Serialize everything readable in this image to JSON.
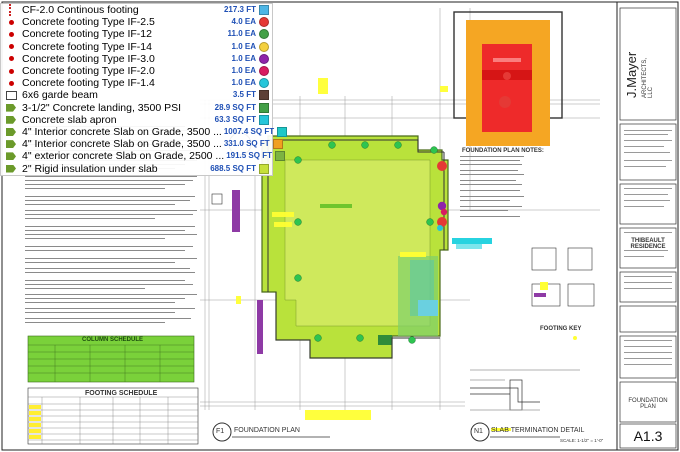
{
  "takeoff": [
    {
      "label": "CF-2.0 Continous footing",
      "value": "217.3 FT",
      "color": "#4db6e6",
      "marker": "line"
    },
    {
      "label": "Concrete footing Type IF-2.5",
      "value": "4.0 EA",
      "color": "#e53935",
      "marker": "count"
    },
    {
      "label": "Concrete footing Type IF-12",
      "value": "11.0 EA",
      "color": "#43a047",
      "marker": "count"
    },
    {
      "label": "Concrete footing Type IF-14",
      "value": "1.0 EA",
      "color": "#f4d03f",
      "marker": "count"
    },
    {
      "label": "Concrete footing Type IF-3.0",
      "value": "1.0 EA",
      "color": "#8e24aa",
      "marker": "count"
    },
    {
      "label": "Concrete footing Type IF-2.0",
      "value": "1.0 EA",
      "color": "#d81b60",
      "marker": "count"
    },
    {
      "label": "Concrete footing Type IF-1.4",
      "value": "1.0 EA",
      "color": "#26c6da",
      "marker": "count"
    },
    {
      "label": "6x6 garde beam",
      "value": "3.5 FT",
      "color": "#5d4037",
      "marker": "rect"
    },
    {
      "label": "3-1/2\" Concrete landing, 3500 PSI",
      "value": "28.9 SQ FT",
      "color": "#43a047",
      "marker": "area"
    },
    {
      "label": "Concrete slab apron",
      "value": "63.3 SQ FT",
      "color": "#26c6da",
      "marker": "area"
    },
    {
      "label": "4\" Interior concrete Slab on Grade, 3500 ...",
      "value": "1007.4 SQ FT",
      "color": "#1ec8c8",
      "marker": "area"
    },
    {
      "label": "4\" Interior concrete Slab on Grade, 3500 ...",
      "value": "331.0 SQ FT",
      "color": "#f0a020",
      "marker": "area"
    },
    {
      "label": "4\" exterior concrete Slab on Grade, 2500 ...",
      "value": "191.5 SQ FT",
      "color": "#7cb342",
      "marker": "area"
    },
    {
      "label": "2\" Rigid insulation under slab",
      "value": "688.5 SQ FT",
      "color": "#c6e03a",
      "marker": "area"
    }
  ],
  "titleblock": {
    "firm": "J.Mayer",
    "firm_sub": "ARCHITECTS, LLC",
    "project": "THIBEAULT RESIDENCE",
    "sheet_title": "FOUNDATION PLAN",
    "sheet_number": "A1.3"
  },
  "drawing_labels": {
    "f1_tag": "F1",
    "f1_title": "FOUNDATION PLAN",
    "n1_tag": "N1",
    "n1_title": "SLAB TERMINATION DETAIL",
    "scale": "SCALE: 1-1/2\" = 1'-0\"",
    "column_schedule": "COLUMN SCHEDULE",
    "footing_schedule": "FOOTING SCHEDULE",
    "footing_key": "FOOTING KEY",
    "plan_notes": "FOUNDATION PLAN NOTES:"
  },
  "colors": {
    "slab_green": "#b9e23b",
    "slab_orange": "#f5a623",
    "slab_red": "#ee2a2a",
    "purple": "#8e3aa5",
    "highlight_yellow": "#ffff33",
    "cyan": "#27d3e0"
  }
}
